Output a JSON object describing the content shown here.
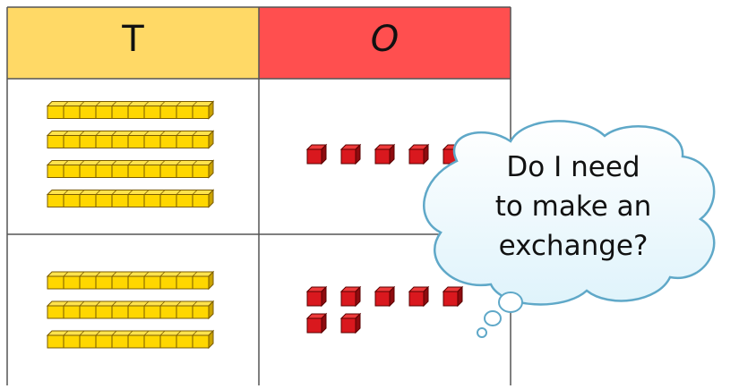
{
  "place_value_chart": {
    "headers": {
      "tens": "T",
      "ones": "O"
    },
    "colors": {
      "tens_header": "#FFD966",
      "ones_header": "#FF4F4F",
      "tens_block": "#FFD700",
      "ones_cube": "#D9181E"
    },
    "rows": [
      {
        "tens_rods": 4,
        "ones_cubes": 5
      },
      {
        "tens_rods": 3,
        "ones_cubes": 7
      }
    ]
  },
  "thought_bubble": {
    "lines": [
      "Do I need",
      "to make an",
      "exchange?"
    ]
  }
}
